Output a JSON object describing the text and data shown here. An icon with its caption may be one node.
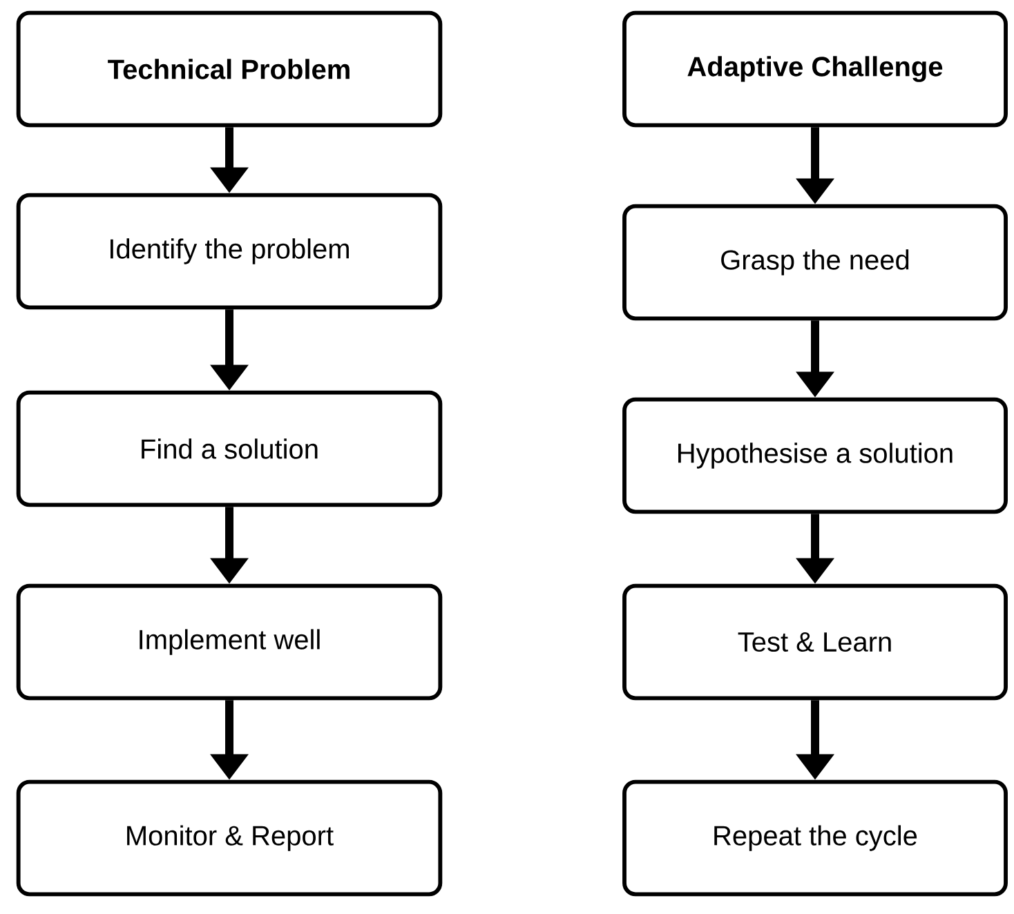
{
  "diagram": {
    "nodes": [
      {
        "text": [
          "Technical Problem"
        ]
      },
      {
        "text": [
          "Identify the problem"
        ]
      },
      {
        "text": [
          "Find a solution"
        ]
      },
      {
        "text": [
          "Implement well"
        ]
      },
      {
        "text": [
          "Monitor & Report"
        ]
      },
      {
        "text": [
          "Adaptive Challenge"
        ]
      },
      {
        "text": [
          "Grasp the need"
        ]
      },
      {
        "text": [
          "Hypothesise a solution"
        ]
      },
      {
        "text": [
          "Test & Learn"
        ]
      },
      {
        "text": [
          "Repeat the cycle"
        ]
      }
    ],
    "edges": [
      {
        "from": 0,
        "to": 1,
        "arrow": "to"
      },
      {
        "from": 1,
        "to": 2,
        "arrow": "to"
      },
      {
        "from": 2,
        "to": 3,
        "arrow": "to"
      },
      {
        "from": 3,
        "to": 4,
        "arrow": "to"
      },
      {
        "from": 5,
        "to": 6,
        "arrow": "to"
      },
      {
        "from": 6,
        "to": 7,
        "arrow": "to"
      },
      {
        "from": 7,
        "to": 8,
        "arrow": "to"
      },
      {
        "from": 8,
        "to": 9,
        "arrow": "to"
      }
    ]
  }
}
